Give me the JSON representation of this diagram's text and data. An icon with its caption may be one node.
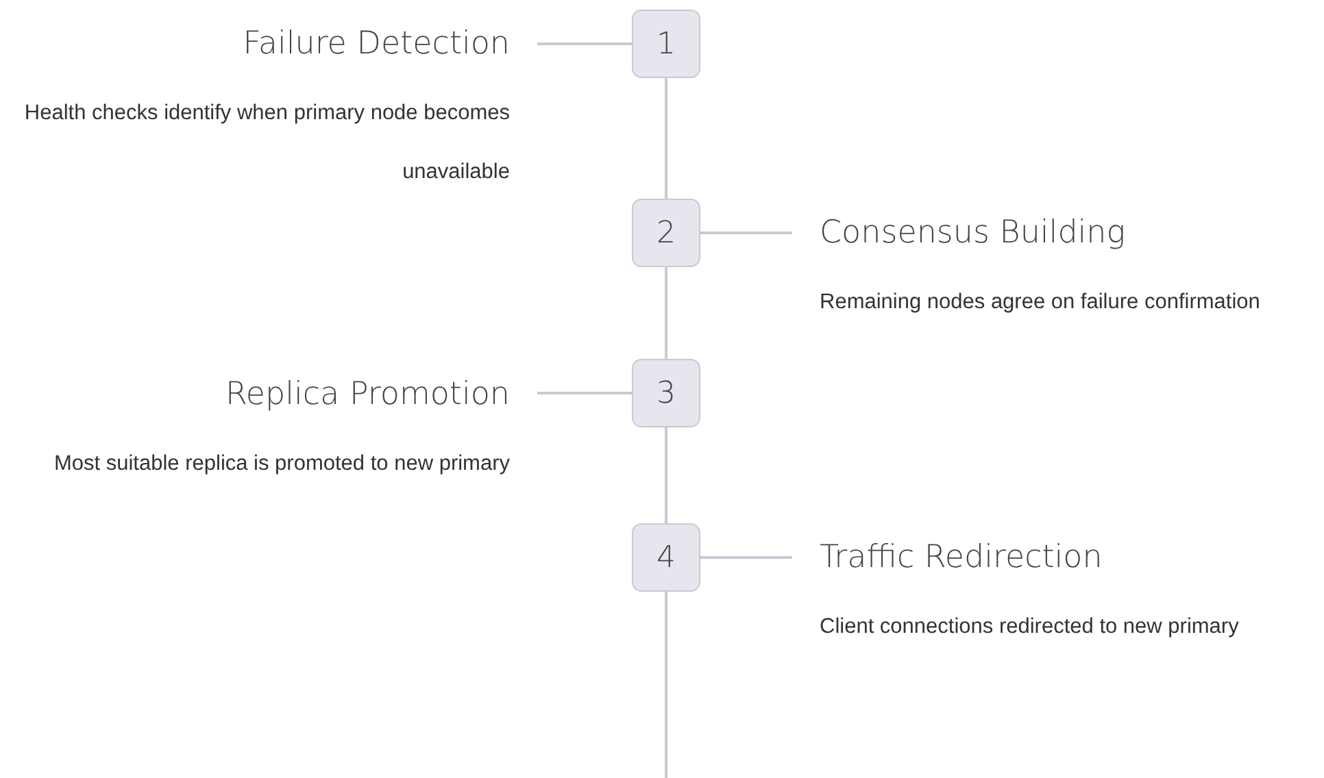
{
  "diagram": {
    "nodes": [
      {
        "text": [
          "Failure Detection",
          "Health checks identify when primary node becomes unavailable"
        ]
      },
      {
        "text": [
          "1"
        ]
      },
      {
        "text": [
          "2"
        ]
      },
      {
        "text": [
          "Consensus Building",
          "Remaining nodes agree on failure confirmation"
        ]
      },
      {
        "text": [
          "Replica Promotion",
          "Most suitable replica is promoted to new primary"
        ]
      },
      {
        "text": [
          "3"
        ]
      },
      {
        "text": [
          "4"
        ]
      },
      {
        "text": [
          "Traffic Redirection",
          "Client connections redirected to new primary"
        ]
      }
    ],
    "edges": [
      {
        "from": 1,
        "to": 0,
        "arrow": "none"
      },
      {
        "from": 1,
        "to": 2,
        "arrow": "none"
      },
      {
        "from": 2,
        "to": 3,
        "arrow": "none"
      },
      {
        "from": 2,
        "to": 5,
        "arrow": "none"
      },
      {
        "from": 5,
        "to": 4,
        "arrow": "none"
      },
      {
        "from": 5,
        "to": 6,
        "arrow": "none"
      },
      {
        "from": 6,
        "to": 7,
        "arrow": "none"
      },
      {
        "from": 6,
        "to": null,
        "arrow": "none"
      }
    ]
  }
}
